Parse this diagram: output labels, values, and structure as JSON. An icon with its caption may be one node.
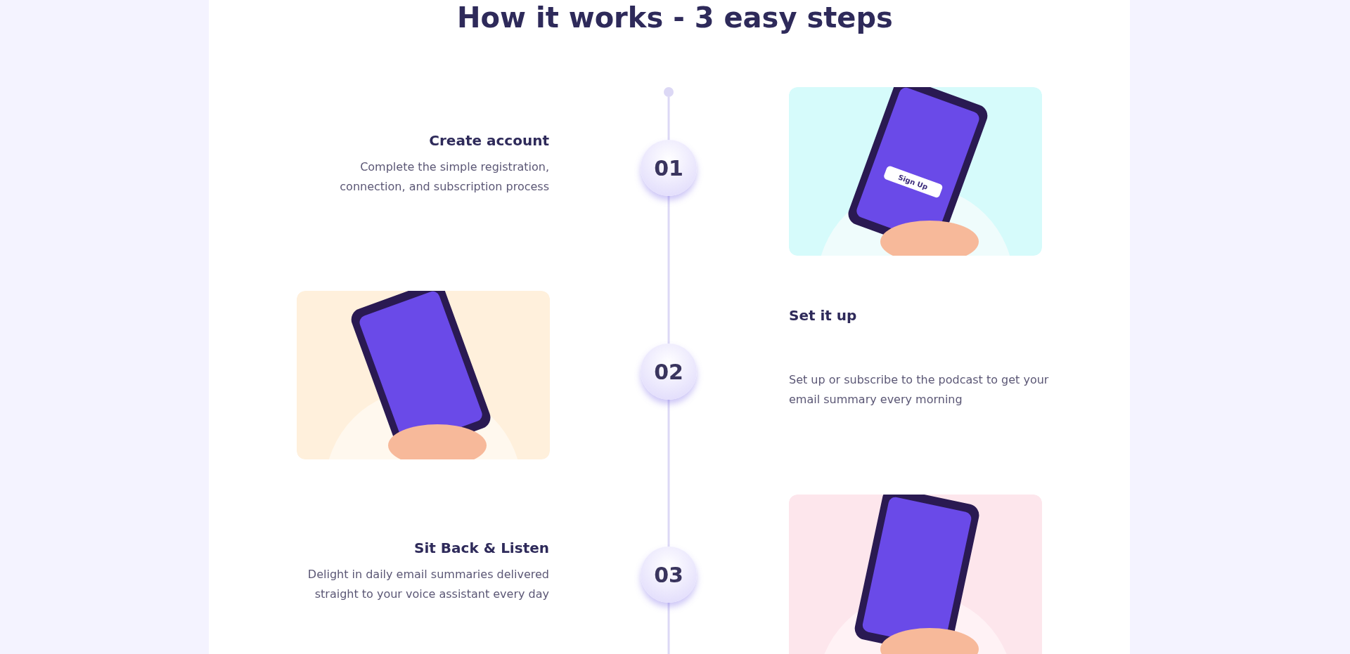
{
  "diagram": {
    "title": "How it works - 3 easy steps",
    "nodes": [
      {
        "text": [],
        "shape": "circle"
      },
      {
        "text": [
          "01"
        ]
      },
      {
        "text": [
          "02"
        ]
      },
      {
        "text": [
          "03"
        ]
      }
    ],
    "edges": [
      {
        "from": 0,
        "to": 1,
        "arrow": "none"
      },
      {
        "from": 1,
        "to": 2,
        "arrow": "none"
      },
      {
        "from": 2,
        "to": 3,
        "arrow": "none"
      },
      {
        "from": 3,
        "to": null,
        "arrow": "none"
      }
    ],
    "labels": [
      "Create account",
      "Complete the simple registration, connection, and subscription process",
      "Set it up",
      "Set up or subscribe to the podcast to get your email summary every morning",
      "Sit Back & Listen",
      "Delight in daily email summaries delivered straight to your voice assistant every day",
      "Sign Up"
    ]
  }
}
